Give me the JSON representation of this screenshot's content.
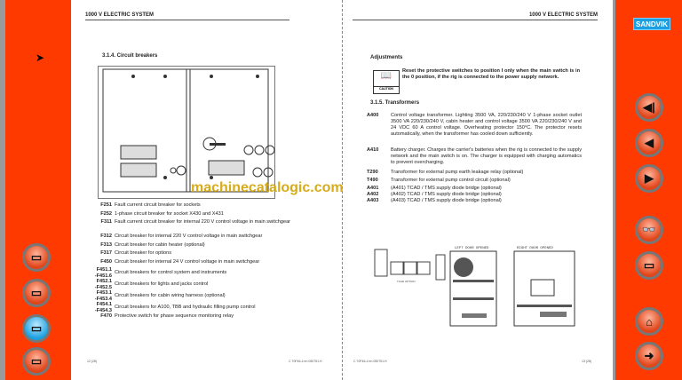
{
  "header": {
    "left": "1000 V ELECTRIC SYSTEM",
    "right": "1000 V ELECTRIC SYSTEM"
  },
  "brand": {
    "logo": "SANDVIK",
    "color": "#1aa0e0",
    "sidebar_color": "#ff3a00"
  },
  "left_nav": [
    {
      "icon": "book-contents-icon"
    },
    {
      "icon": "book-edit-icon"
    },
    {
      "icon": "book-active-icon",
      "active": true
    },
    {
      "icon": "book-index-icon"
    }
  ],
  "right_nav": [
    {
      "icon": "first-page-icon",
      "glyph": "◀|"
    },
    {
      "icon": "previous-page-icon",
      "glyph": "◀"
    },
    {
      "icon": "next-page-icon",
      "glyph": "▶"
    },
    {
      "icon": "binoculars-search-icon",
      "glyph": "👓"
    },
    {
      "icon": "printer-icon",
      "glyph": "▭"
    },
    {
      "icon": "home-icon",
      "glyph": "⌂"
    },
    {
      "icon": "exit-icon",
      "glyph": "➜"
    }
  ],
  "left_page": {
    "section": "3.1.4.   Circuit breakers",
    "items": [
      {
        "code": "F251",
        "text": "Fault current circuit breaker for sockets"
      },
      {
        "code": "F252",
        "text": "1-phase circuit breaker for socket X430 and X431"
      },
      {
        "code": "F311",
        "text": "Fault current circuit breaker for internal 220 V control voltage in main switchgear"
      },
      {
        "code": "F312",
        "text": "Circuit breaker for internal 220 V control voltage in main switchgear"
      },
      {
        "code": "F313",
        "text": "Circuit breaker for cabin heater (optional)"
      },
      {
        "code": "F317",
        "text": "Circuit breaker for options"
      },
      {
        "code": "F450",
        "text": "Circuit breaker for internal 24 V control voltage in main switchgear"
      },
      {
        "code": "F451.1\n-F451.6",
        "text": "Circuit breakers for control system and instruments"
      },
      {
        "code": "F452.1\n-F452.5",
        "text": "Circuit breakers for lights and jacks control"
      },
      {
        "code": "F453.1\n-F453.4",
        "text": "Circuit breakers for cabin wiring harness (optional)"
      },
      {
        "code": "F454.1\n-F454.3",
        "text": "Circuit breakers for A100, TBB and hydraulic filling pump control"
      },
      {
        "code": "F470",
        "text": "Protective switch for phase sequence monitoring relay"
      }
    ],
    "footer_page": "12 (28)",
    "footer_doc": "C 70F46-4 en 050751.H"
  },
  "right_page": {
    "adjustments_title": "Adjustments",
    "caution_label": "CAUTION",
    "caution_text": "Reset the protective switches to position I only when the main switch is in the 0 position, if the rig is connected to the power supply network.",
    "section": "3.1.5.   Transformers",
    "items": [
      {
        "code": "A400",
        "text": "Control voltage transformer. Lighting 3500 VA, 220/230/240 V 1-phase socket outlet 3500 VA 220/230/240 V, cabin heater and control voltage 3500 VA 220/230/240 V and 24 VDC 60 A control voltage. Overheating protector 150°C. The protector resets automatically, when the transformer has cooled down sufficiently."
      },
      {
        "code": "A410",
        "text": "Battery charger. Charges the carrier's batteries when the rig is connected to the supply network and the main switch is on. The charger is equipped with charging automatics to prevent overcharging."
      },
      {
        "code": "T290",
        "text": "Transformer for external pump earth leakage relay (optional)"
      },
      {
        "code": "T490",
        "text": "Transformer for external pump control circuit (optional)"
      },
      {
        "code": "A401",
        "text": "(A401) TCAD / TMS supply diode bridge (optional)"
      },
      {
        "code": "A402",
        "text": "(A402) TCAD / TMS supply diode bridge (optional)"
      },
      {
        "code": "A403",
        "text": "(A403) TCAD / TMS supply diode bridge (optional)"
      }
    ],
    "diagram_left_label": "LEFT DOOR OPENED",
    "diagram_right_label": "RIGHT DOOR OPENED",
    "diagram_option_label": "TCAD OPTION",
    "footer_doc": "C 70F46-4 en 050751.H",
    "footer_page": "13 (28)"
  },
  "watermark": "machinecatalogic.com"
}
